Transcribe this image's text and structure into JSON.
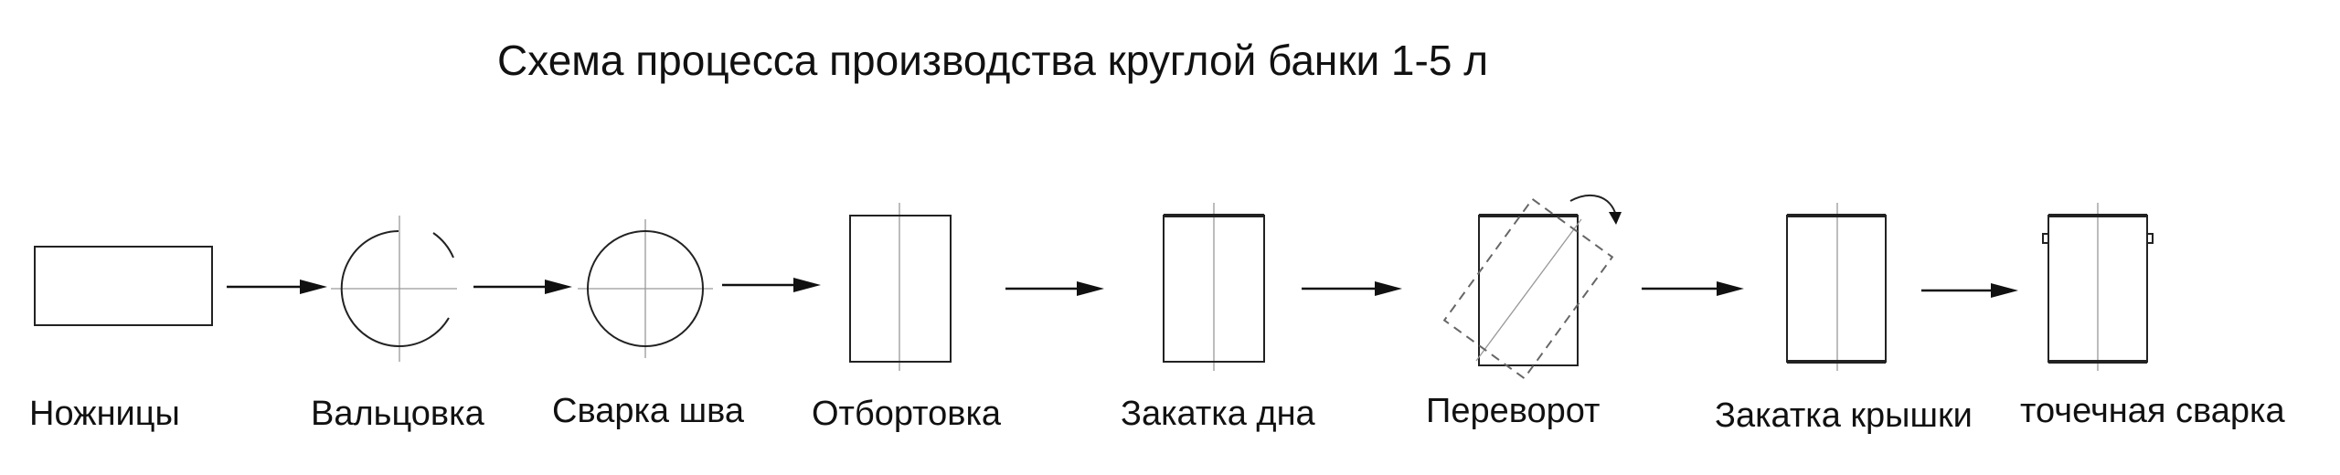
{
  "title": "Схема  процесса производства круглой банки 1-5 л",
  "steps": [
    {
      "label": "Ножницы"
    },
    {
      "label": "Вальцовка"
    },
    {
      "label": "Сварка шва"
    },
    {
      "label": "Отбортовка"
    },
    {
      "label": "Закатка дна"
    },
    {
      "label": "Переворот"
    },
    {
      "label": "Закатка крышки"
    },
    {
      "label": "точечная сварка"
    }
  ]
}
